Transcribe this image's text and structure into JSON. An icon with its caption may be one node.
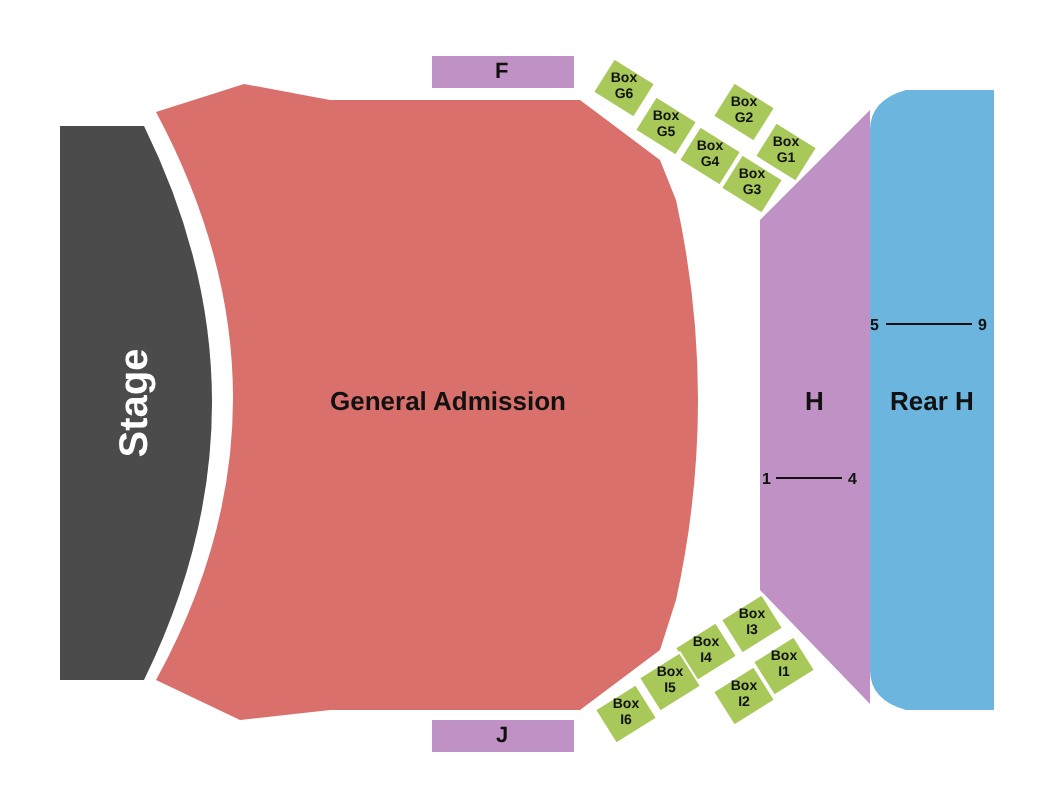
{
  "diagram": {
    "nodes": [
      {
        "text": [
          "Stage"
        ]
      },
      {
        "text": [
          "General Admission"
        ]
      },
      {
        "text": [
          "F"
        ]
      },
      {
        "text": [
          "J"
        ]
      },
      {
        "text": [
          "H"
        ]
      },
      {
        "text": [
          "Rear H"
        ]
      },
      {
        "text": [
          "Box G6"
        ]
      },
      {
        "text": [
          "Box G5"
        ]
      },
      {
        "text": [
          "Box G4"
        ]
      },
      {
        "text": [
          "Box G2"
        ]
      },
      {
        "text": [
          "Box G1"
        ]
      },
      {
        "text": [
          "Box G3"
        ]
      },
      {
        "text": [
          "Box I3"
        ]
      },
      {
        "text": [
          "Box I4"
        ]
      },
      {
        "text": [
          "Box I1"
        ]
      },
      {
        "text": [
          "Box I5"
        ]
      },
      {
        "text": [
          "Box I2"
        ]
      },
      {
        "text": [
          "Box I6"
        ]
      }
    ],
    "labels": [
      "5",
      "9",
      "1",
      "4"
    ]
  }
}
